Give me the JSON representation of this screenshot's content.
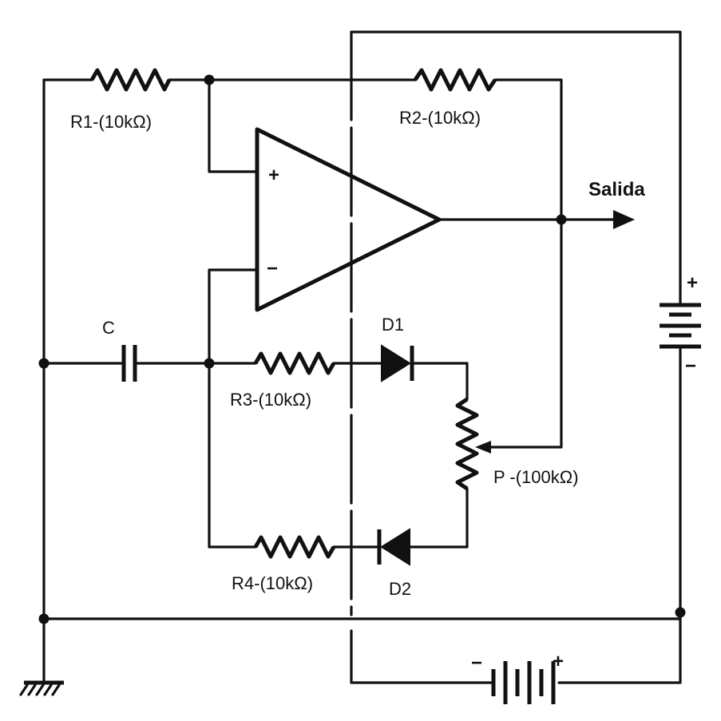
{
  "components": {
    "r1": {
      "label": "R1-(10kΩ)"
    },
    "r2": {
      "label": "R2-(10kΩ)"
    },
    "r3": {
      "label": "R3-(10kΩ)"
    },
    "r4": {
      "label": "R4-(10kΩ)"
    },
    "c": {
      "label": "C"
    },
    "d1": {
      "label": "D1"
    },
    "d2": {
      "label": "D2"
    },
    "p": {
      "label": "P -(100kΩ)"
    }
  },
  "opamp": {
    "plus": "+",
    "minus": "−"
  },
  "output": {
    "label": "Salida"
  },
  "battery_right": {
    "plus": "+",
    "minus": "−"
  },
  "battery_bottom": {
    "minus": "−",
    "plus": "+"
  }
}
